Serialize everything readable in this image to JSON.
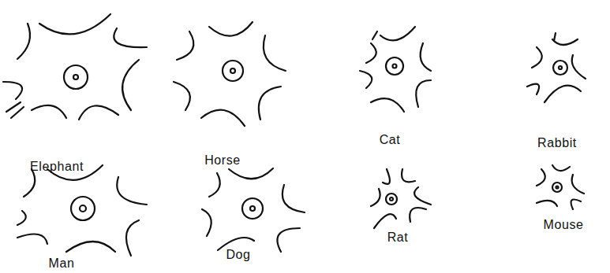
{
  "diagram": {
    "labels": [
      "Elephant",
      "Horse",
      "Cat",
      "Rabbit",
      "Man",
      "Dog",
      "Rat",
      "Mouse"
    ]
  }
}
